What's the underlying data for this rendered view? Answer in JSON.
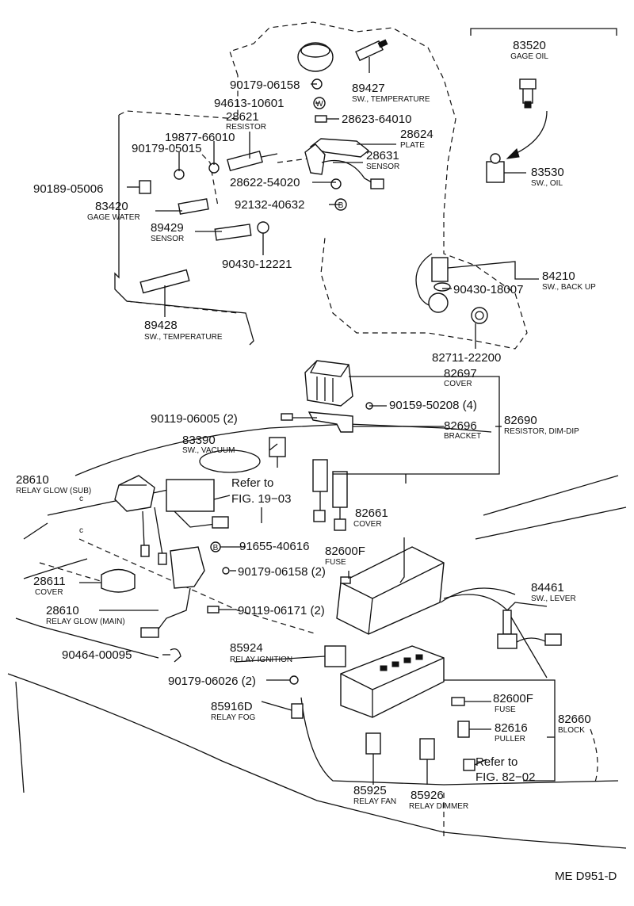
{
  "diagram_code": "ME D951-D",
  "callouts": {
    "c83520": {
      "pn": "83520",
      "name": "GAGE OIL"
    },
    "c90179_06158a": {
      "pn": "90179-06158"
    },
    "c89427": {
      "pn": "89427",
      "name": "SW., TEMPERATURE"
    },
    "c94613": {
      "pn": "94613-10601"
    },
    "c28621": {
      "pn": "28621",
      "name": "RESISTOR"
    },
    "c28623": {
      "pn": "28623-64010"
    },
    "c19877": {
      "pn": "19877-66010"
    },
    "c28624": {
      "pn": "28624",
      "name": "PLATE"
    },
    "c90179_05015": {
      "pn": "90179-05015"
    },
    "c28631": {
      "pn": "28631",
      "name": "SENSOR"
    },
    "c90189": {
      "pn": "90189-05006"
    },
    "c28622": {
      "pn": "28622-54020"
    },
    "c83530": {
      "pn": "83530",
      "name": "SW., OIL"
    },
    "c83420": {
      "pn": "83420",
      "name": "GAGE WATER"
    },
    "c92132": {
      "pn": "92132-40632"
    },
    "c89429": {
      "pn": "89429",
      "name": "SENSOR"
    },
    "c90430_12221": {
      "pn": "90430-12221"
    },
    "c84210": {
      "pn": "84210",
      "name": "SW., BACK UP"
    },
    "c90430_18007": {
      "pn": "90430-18007"
    },
    "c89428": {
      "pn": "89428",
      "name": "SW., TEMPERATURE"
    },
    "c82711": {
      "pn": "82711-22200"
    },
    "c82697": {
      "pn": "82697",
      "name": "COVER"
    },
    "c90159": {
      "pn": "90159-50208 (4)"
    },
    "c90119_06005": {
      "pn": "90119-06005 (2)"
    },
    "c82696": {
      "pn": "82696",
      "name": "BRACKET"
    },
    "c82690": {
      "pn": "82690",
      "name": "RESISTOR, DIM-DIP"
    },
    "c83390": {
      "pn": "83390",
      "name": "SW., VACUUM"
    },
    "c28610_sub": {
      "pn": "28610",
      "name": "RELAY GLOW (SUB)"
    },
    "ref1903": {
      "pn": "Refer to",
      "name": "FIG. 19−03"
    },
    "c82661": {
      "pn": "82661",
      "name": "COVER"
    },
    "c91655": {
      "pn": "91655-40616"
    },
    "c82600F_a": {
      "pn": "82600F",
      "name": "FUSE"
    },
    "c28611": {
      "pn": "28611",
      "name": "COVER"
    },
    "c90179_06158b": {
      "pn": "90179-06158 (2)"
    },
    "c28610_main": {
      "pn": "28610",
      "name": "RELAY GLOW (MAIN)"
    },
    "c90119_06171": {
      "pn": "90119-06171 (2)"
    },
    "c84461": {
      "pn": "84461",
      "name": "SW., LEVER"
    },
    "c85924": {
      "pn": "85924",
      "name": "RELAY IGNITION"
    },
    "c90464": {
      "pn": "90464-00095"
    },
    "c90179_06026": {
      "pn": "90179-06026 (2)"
    },
    "c82600F_b": {
      "pn": "82600F",
      "name": "FUSE"
    },
    "c85916D": {
      "pn": "85916D",
      "name": "RELAY FOG"
    },
    "c82660": {
      "pn": "82660",
      "name": "BLOCK"
    },
    "c82616": {
      "pn": "82616",
      "name": "PULLER"
    },
    "ref8202": {
      "pn": "Refer to",
      "name": "FIG. 82−02"
    },
    "c85925": {
      "pn": "85925",
      "name": "RELAY FAN"
    },
    "c85926": {
      "pn": "85926",
      "name": "RELAY DIMMER"
    }
  },
  "marks": {
    "w": "W",
    "b1": "B",
    "b2": "B",
    "c1": "c",
    "c2": "c"
  }
}
